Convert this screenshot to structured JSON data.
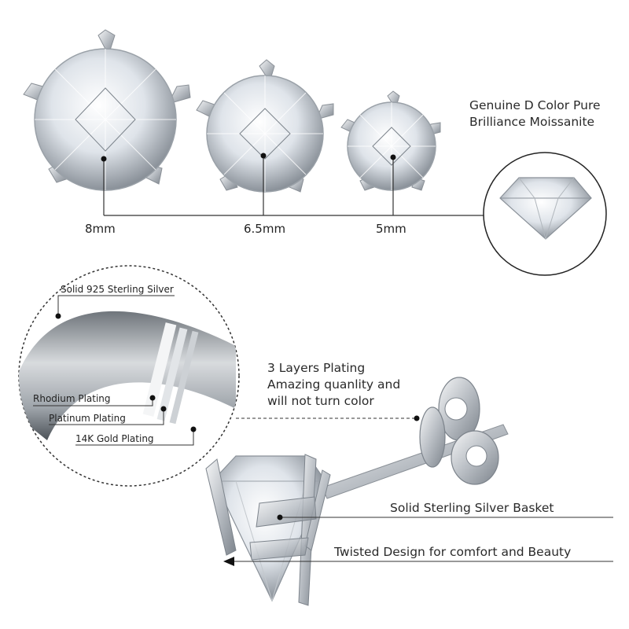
{
  "stones": {
    "sizes": [
      "8mm",
      "6.5mm",
      "5mm"
    ]
  },
  "moissanite": {
    "line1": "Genuine D Color Pure",
    "line2": "Brilliance Moissanite"
  },
  "layers": {
    "solid": "Solid 925 Sterling Silver",
    "rhodium": "Rhodium Plating",
    "platinum": "Platinum Plating",
    "gold": "14K Gold Plating"
  },
  "plating": {
    "line1": "3 Layers Plating",
    "line2": "Amazing quanlity and",
    "line3": "will not turn color"
  },
  "features": {
    "basket": "Solid Sterling Silver Basket",
    "twisted": "Twisted Design for comfort and Beauty"
  },
  "colors": {
    "metal": "#c9cdd2",
    "line": "#333333",
    "stone": "#eef1f4"
  }
}
